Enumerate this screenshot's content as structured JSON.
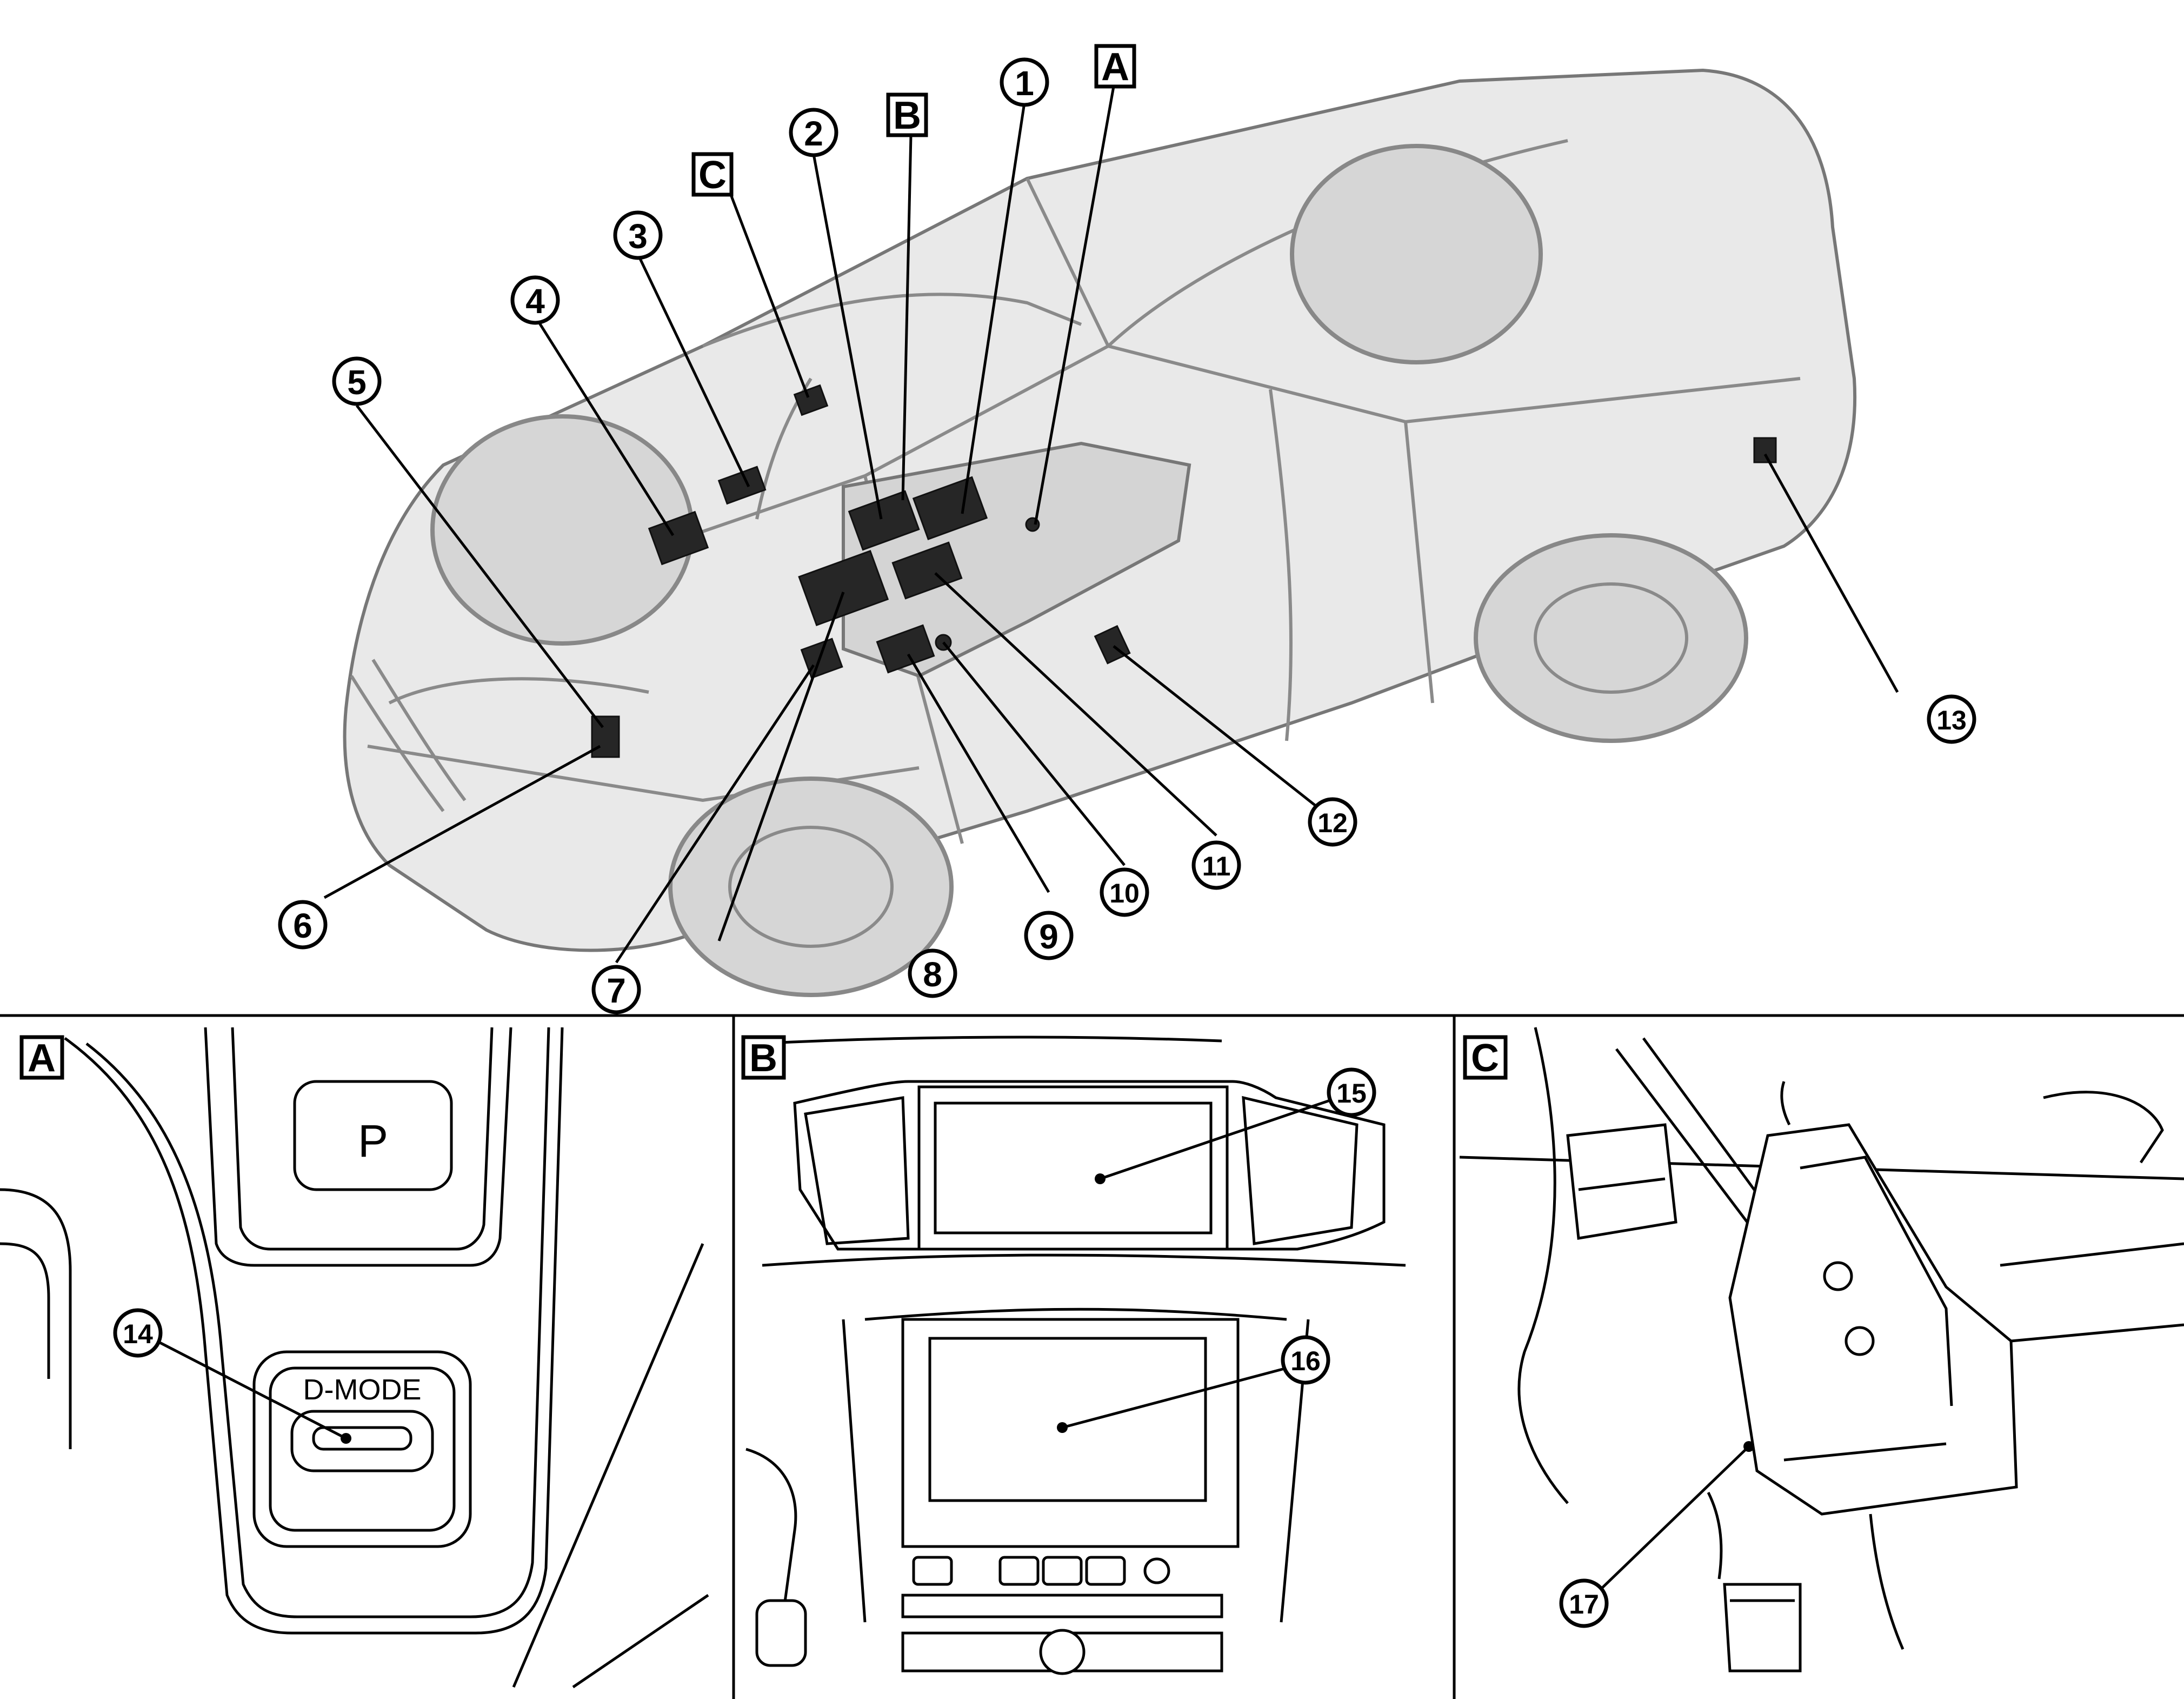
{
  "callouts": [
    "①",
    "②",
    "③",
    "④",
    "⑤",
    "⑥",
    "⑦",
    "⑧",
    "⑨",
    "⑩",
    "⑪",
    "⑫",
    "⑬",
    "⑭",
    "⑮",
    "⑯",
    "⑰"
  ],
  "views": [
    "A",
    "B",
    "C"
  ],
  "markings": {
    "shift_p": "P",
    "drive_mode": "D-MODE"
  }
}
